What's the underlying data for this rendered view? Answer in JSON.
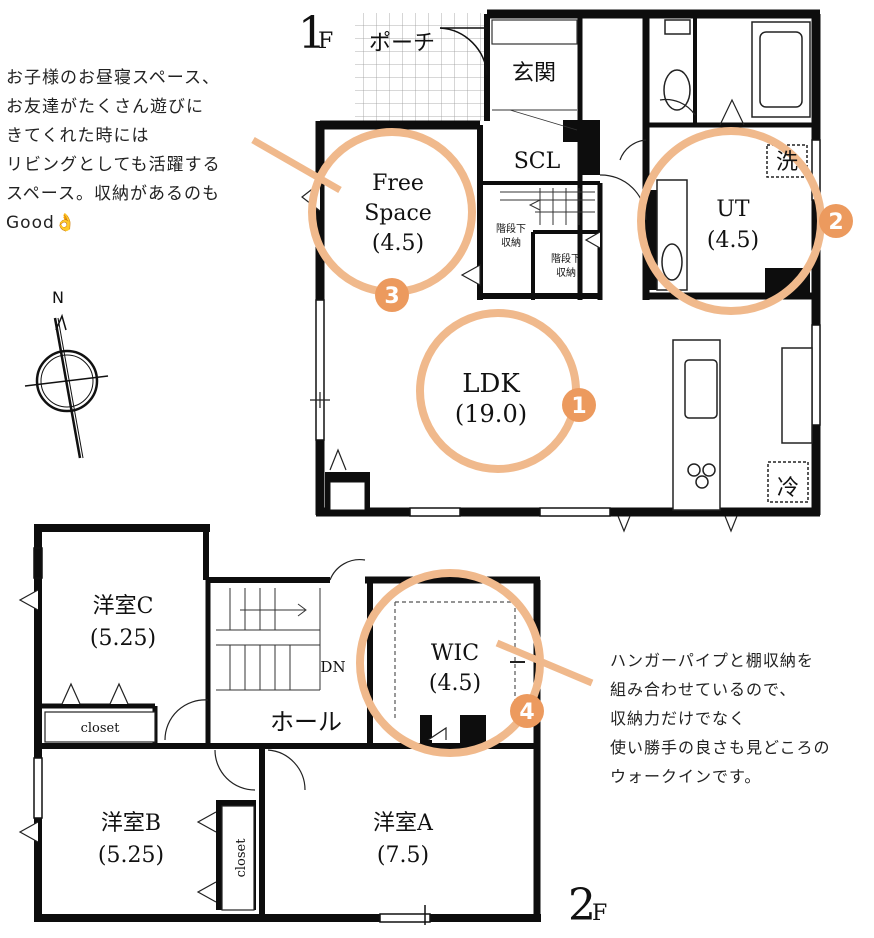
{
  "floors": {
    "first": {
      "number": "1",
      "suffix": "F"
    },
    "second": {
      "number": "2",
      "suffix": "F"
    }
  },
  "rooms_1f": {
    "porch": "ポーチ",
    "entrance": "玄関",
    "scl": "SCL",
    "free_space": {
      "name1": "Free",
      "name2": "Space",
      "size": "(4.5)"
    },
    "stair_storage_1": {
      "line1": "階段下",
      "line2": "収納"
    },
    "stair_storage_2": {
      "line1": "階段下",
      "line2": "収納"
    },
    "ut": {
      "name": "UT",
      "size": "(4.5)"
    },
    "laundry": "洗",
    "ldk": {
      "name": "LDK",
      "size": "(19.0)"
    },
    "fridge": "冷"
  },
  "rooms_2f": {
    "room_c": {
      "name": "洋室C",
      "size": "(5.25)"
    },
    "closet_c": "closet",
    "dn": "DN",
    "hall": "ホール",
    "wic": {
      "name": "WIC",
      "size": "(4.5)"
    },
    "room_b": {
      "name": "洋室B",
      "size": "(5.25)"
    },
    "closet_b": "closet",
    "room_a": {
      "name": "洋室A",
      "size": "(7.5)"
    }
  },
  "compass": {
    "label": "N"
  },
  "markers": [
    "1",
    "2",
    "3",
    "4"
  ],
  "notes": {
    "free_space": [
      "お子様のお昼寝スペース、",
      "お友達がたくさん遊びに",
      "きてくれた時には",
      "リビングとしても活躍する",
      "スペース。収納があるのも",
      "Good👌"
    ],
    "wic": [
      "ハンガーパイプと棚収納を",
      "組み合わせているので、",
      "収納力だけでなく",
      "使い勝手の良さも見どころの",
      "ウォークインです。"
    ]
  },
  "colors": {
    "accent": "#f0b98c",
    "marker": "#ec9a5e",
    "wall": "#0d0d0d"
  }
}
